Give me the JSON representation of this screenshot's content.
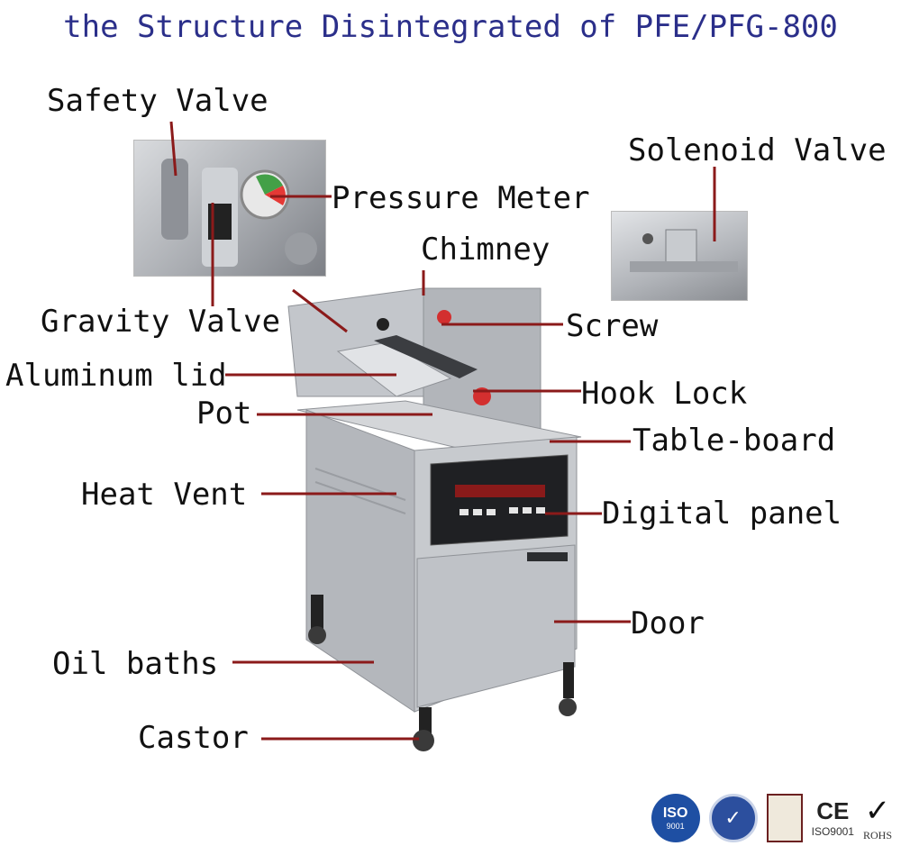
{
  "title": "the Structure Disintegrated of PFE/PFG-800",
  "labels": {
    "safety_valve": "Safety Valve",
    "pressure_meter": "Pressure Meter",
    "gravity_valve": "Gravity Valve",
    "solenoid_valve": "Solenoid Valve",
    "chimney": "Chimney",
    "screw": "Screw",
    "aluminum_lid": "Aluminum lid",
    "hook_lock": "Hook Lock",
    "pot": "Pot",
    "table_board": "Table-board",
    "heat_vent": "Heat Vent",
    "digital_panel": "Digital panel",
    "door": "Door",
    "oil_baths": "Oil baths",
    "castor": "Castor"
  },
  "certifications": {
    "iso": "ISO",
    "iso_year": "9001",
    "ce": "CE",
    "iso9001": "ISO9001",
    "rohs": "ROHS"
  },
  "colors": {
    "title": "#2b2f8a",
    "leader": "#8b1a1a",
    "steel": "#b9bdc3"
  }
}
